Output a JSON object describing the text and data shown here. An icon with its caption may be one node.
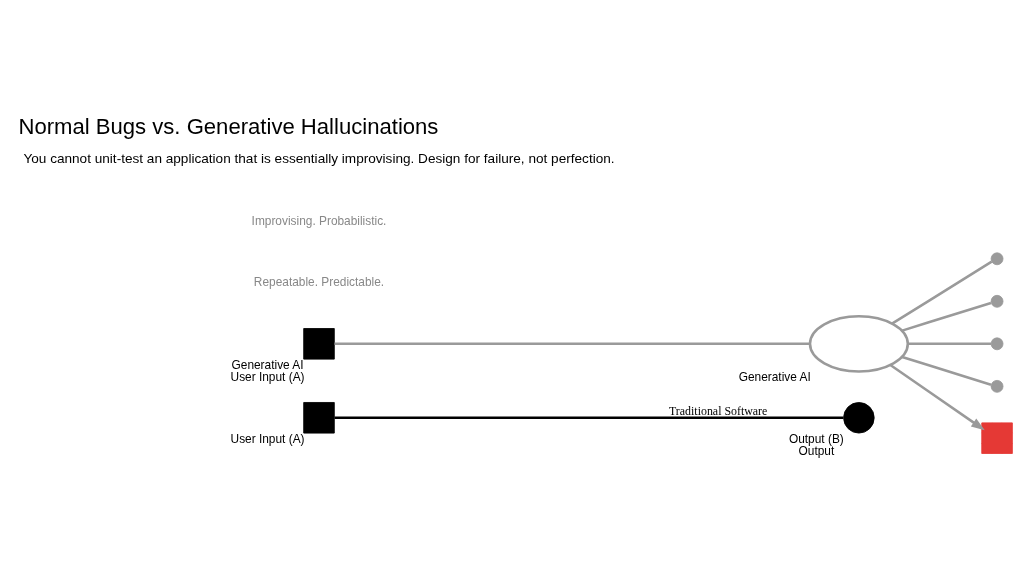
{
  "diagram": {
    "title": "Normal Bugs vs. Generative Hallucinations",
    "caption": "You cannot unit-test an application that is essentially improvising. Design for failure, not perfection.",
    "nodes": [
      {
        "text": [],
        "shape": "box",
        "beside": [
          "User Input (A)"
        ]
      },
      {
        "text": [],
        "shape": "circle",
        "beside": [
          "Output (B)",
          "Output"
        ]
      },
      {
        "text": [],
        "shape": "box",
        "beside": [
          "Generative AI",
          "User Input (A)"
        ]
      },
      {
        "text": [],
        "shape": "cloud",
        "beside": [
          "Generative AI"
        ]
      },
      {
        "text": [],
        "shape": "circle"
      },
      {
        "text": [],
        "shape": "circle"
      },
      {
        "text": [],
        "shape": "circle"
      },
      {
        "text": [],
        "shape": "circle"
      },
      {
        "text": [],
        "shape": "cross"
      }
    ],
    "edges": [
      {
        "from": 0,
        "to": 1,
        "arrow": "none",
        "label": "Traditional Software",
        "color": "#000000"
      },
      {
        "from": 2,
        "to": 3,
        "arrow": "none"
      },
      {
        "from": 3,
        "to": 4,
        "arrow": "none"
      },
      {
        "from": 3,
        "to": 5,
        "arrow": "none"
      },
      {
        "from": 3,
        "to": 6,
        "arrow": "none"
      },
      {
        "from": 3,
        "to": 7,
        "arrow": "none"
      },
      {
        "from": 3,
        "to": 8,
        "arrow": "to"
      }
    ],
    "labels": [
      "Repeatable. Predictable.",
      "Improvising. Probabilistic."
    ]
  }
}
